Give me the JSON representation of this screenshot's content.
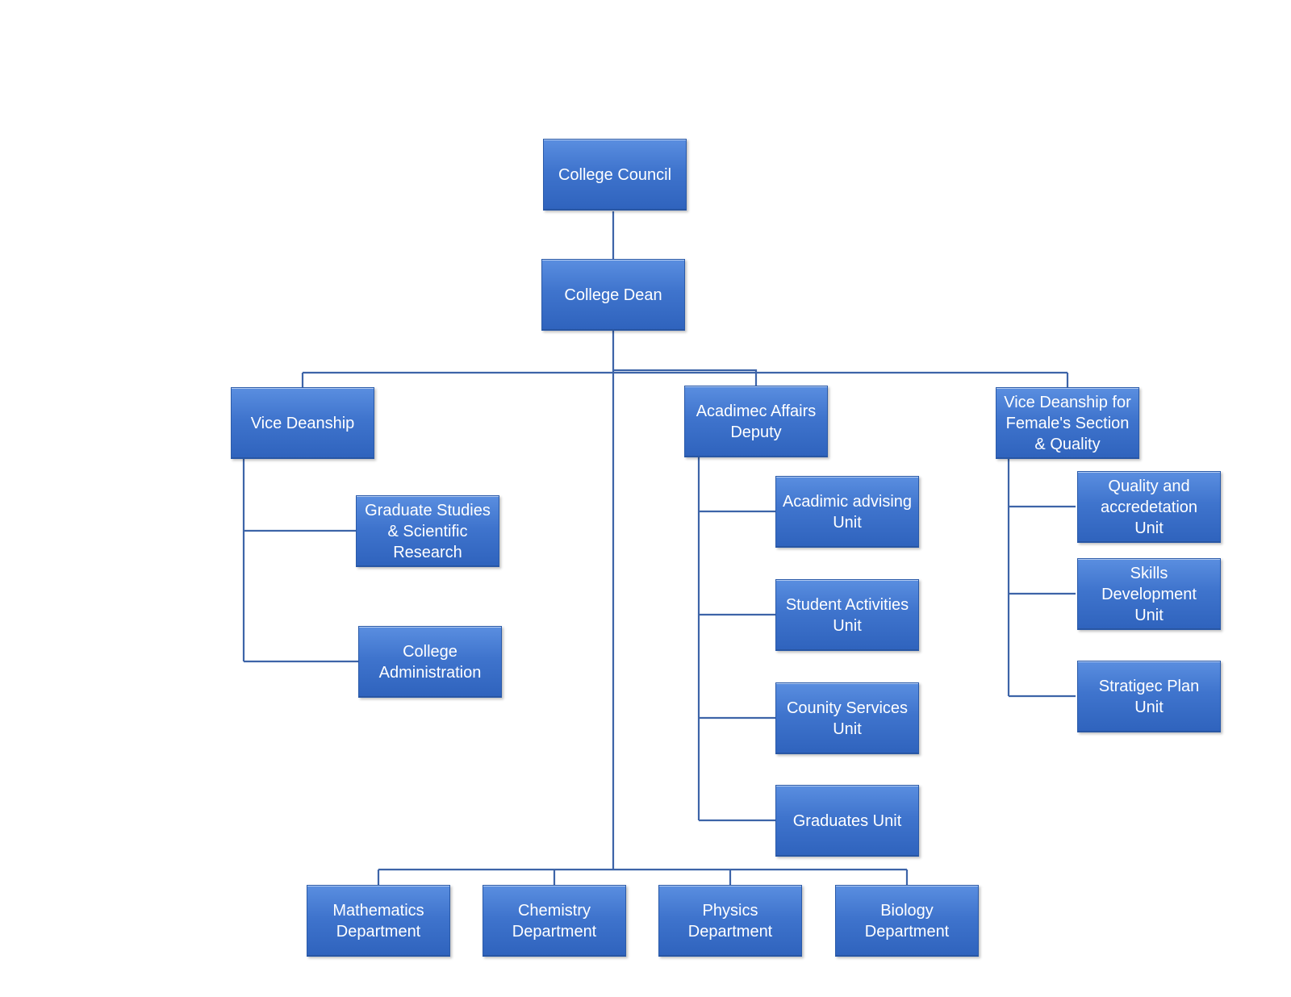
{
  "colors": {
    "box_fill_top": "#5a8ee0",
    "box_fill_bottom": "#2f63bd",
    "box_border": "#2a5aa9",
    "connector": "#3d64a8",
    "text": "#ffffff"
  },
  "nodes": {
    "college_council": "College Council",
    "college_dean": "College Dean",
    "vice_deanship": "Vice Deanship",
    "graduate_studies": "Graduate Studies\n& Scientific\nResearch",
    "college_administration": "College\nAdministration",
    "academic_affairs_deputy": "Acadimec Affairs\nDeputy",
    "academic_advising_unit": "Acadimic advising\nUnit",
    "student_activities_unit": "Student Activities\nUnit",
    "community_services_unit": "Counity Services\nUnit",
    "graduates_unit": "Graduates Unit",
    "vice_deanship_female": "Vice Deanship for\nFemale's Section\n& Quality",
    "quality_accreditation_unit": "Quality and\naccredetation\nUnit",
    "skills_development_unit": "Skills\nDevelopment\nUnit",
    "strategic_plan_unit": "Stratigec Plan\nUnit",
    "mathematics_department": "Mathematics\nDepartment",
    "chemistry_department": "Chemistry\nDepartment",
    "physics_department": "Physics\nDepartment",
    "biology_department": "Biology\nDepartment"
  }
}
